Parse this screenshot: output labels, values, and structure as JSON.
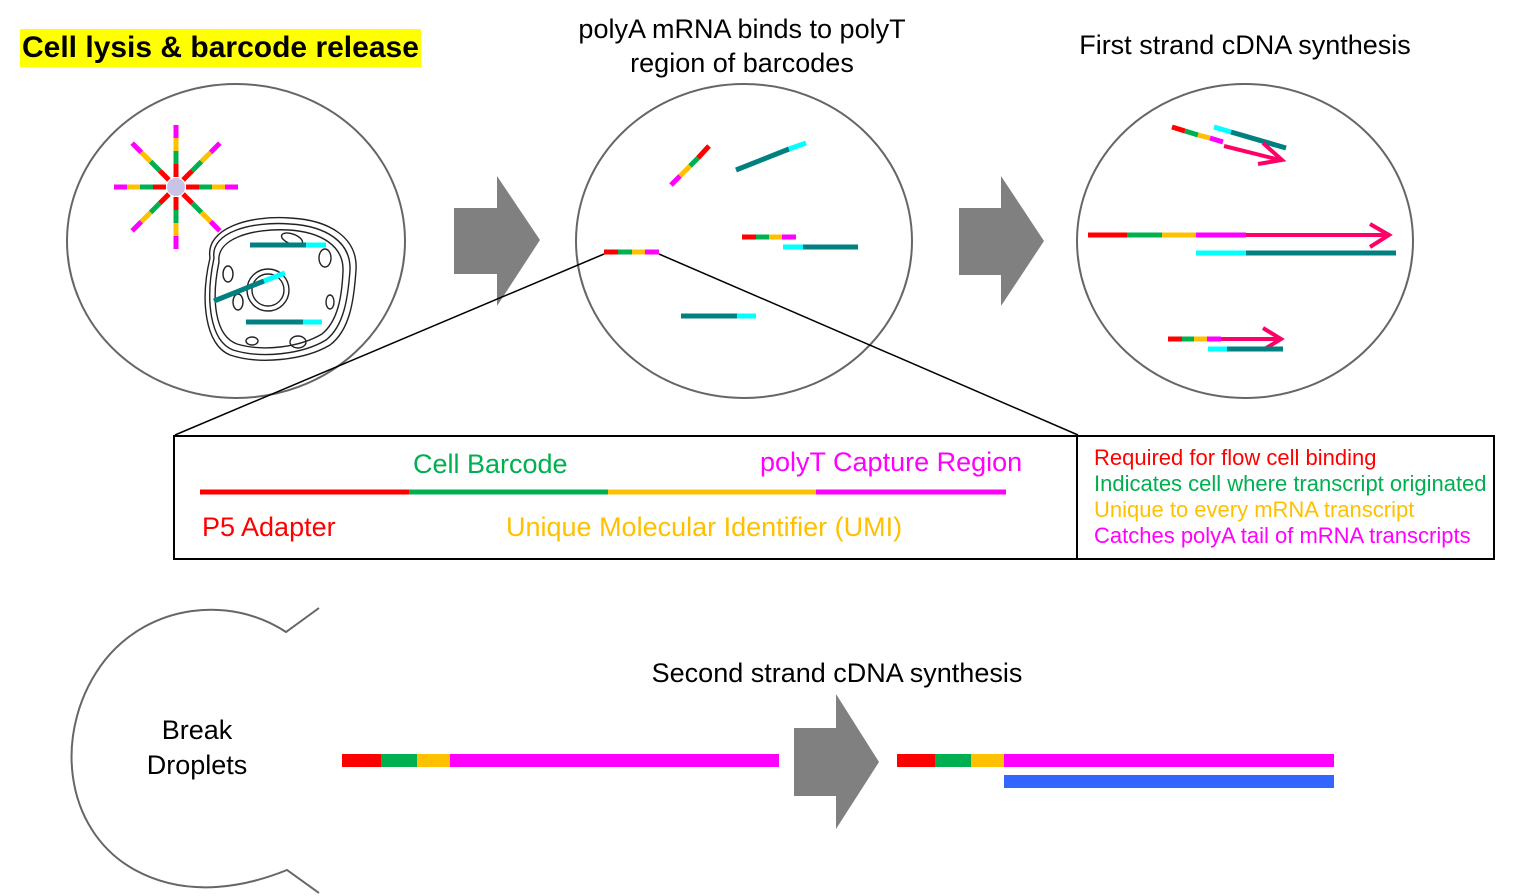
{
  "colors": {
    "red": "#ff0000",
    "green": "#00b050",
    "yellow": "#ffc000",
    "magenta": "#ff00ff",
    "teal": "#008080",
    "cyan": "#00ffff",
    "pink_arrow": "#ff0066",
    "blue": "#3366ff",
    "gray_arrow": "#808080",
    "highlight": "#ffff00"
  },
  "steps": {
    "lysis_title": "Cell lysis & barcode release",
    "binding_title_line1": "polyA mRNA binds to polyT",
    "binding_title_line2": "region of barcodes",
    "first_strand_title": "First strand cDNA synthesis",
    "second_strand_title": "Second strand cDNA synthesis",
    "break_line1": "Break",
    "break_line2": "Droplets"
  },
  "barcode_key": {
    "p5": "P5 Adapter",
    "cell_barcode": "Cell Barcode",
    "umi": "Unique Molecular Identifier (UMI)",
    "polyt": "polyT Capture Region"
  },
  "legend": [
    {
      "text": "Required for flow cell binding",
      "color": "#ff0000"
    },
    {
      "text": "Indicates cell where transcript originated",
      "color": "#00b050"
    },
    {
      "text": "Unique to every mRNA transcript",
      "color": "#ffc000"
    },
    {
      "text": "Catches polyA tail of mRNA transcripts",
      "color": "#ff00ff"
    }
  ]
}
